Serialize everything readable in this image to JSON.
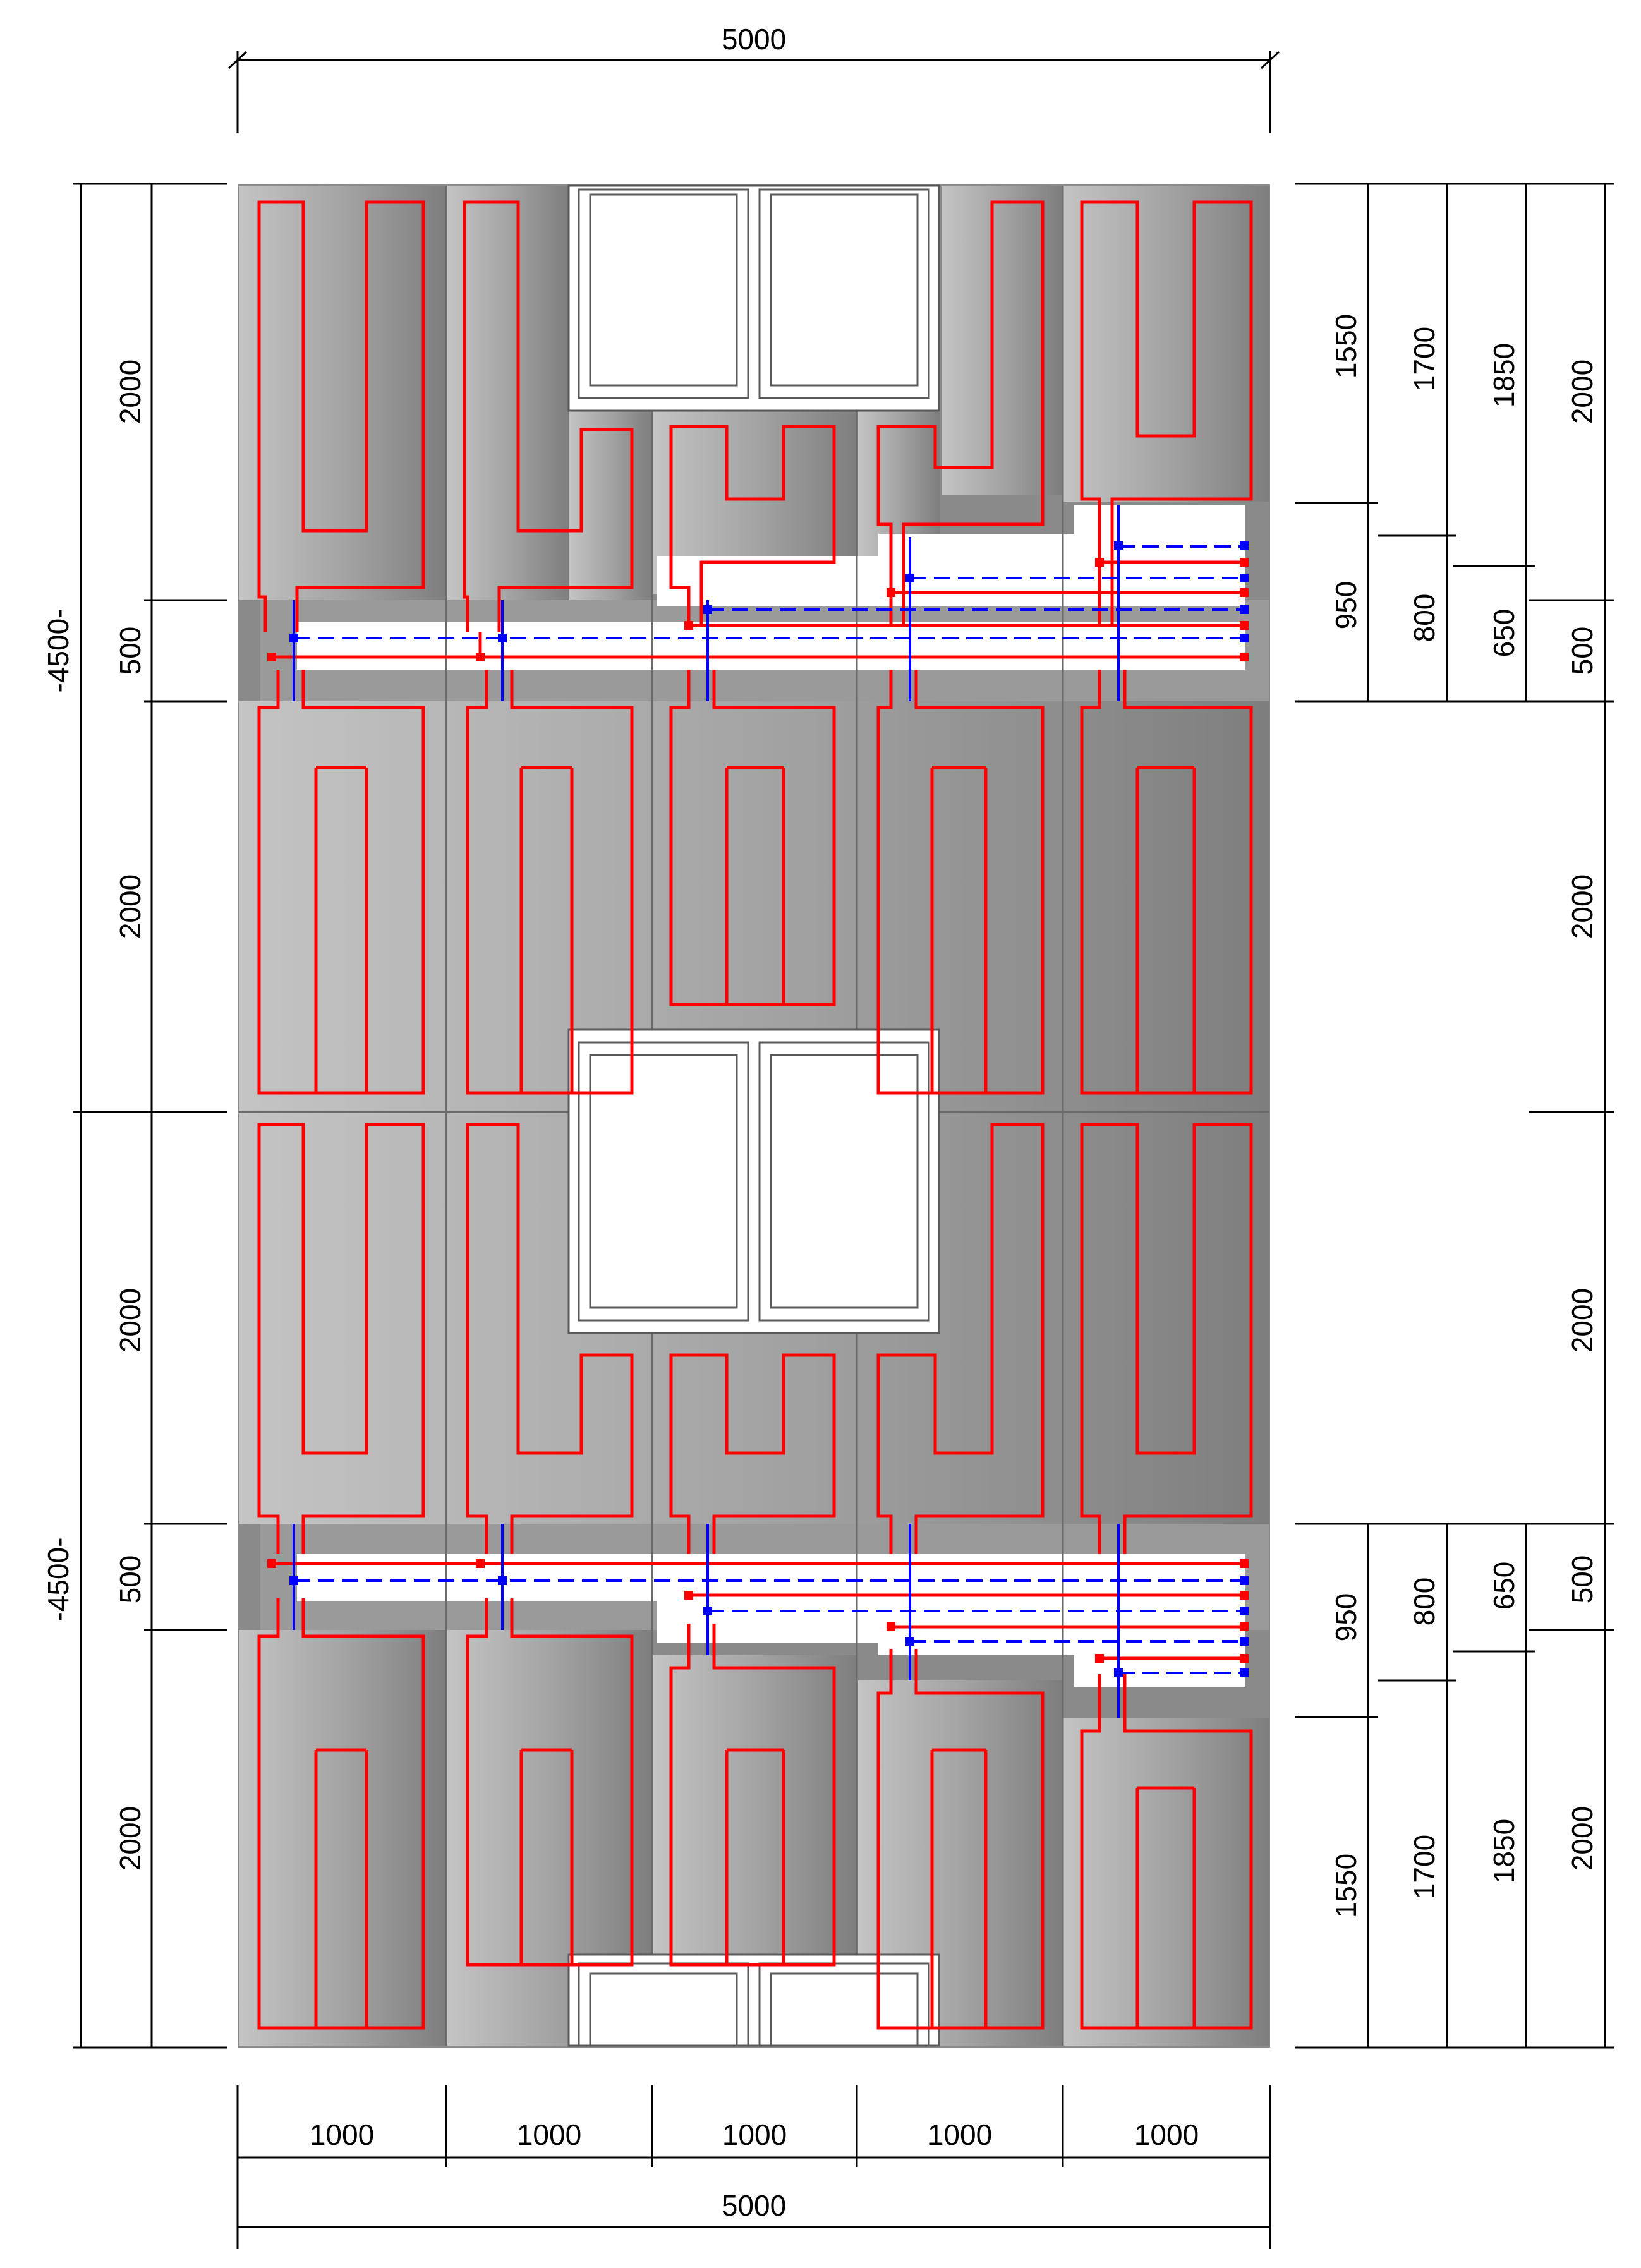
{
  "dimensions": {
    "top_total": "5000",
    "bottom_total": "5000",
    "bottom_modules": [
      "1000",
      "1000",
      "1000",
      "1000",
      "1000"
    ],
    "left_totals": [
      "-4500-",
      "-4500-"
    ],
    "left_segments": [
      "2000",
      "500",
      "2000",
      "2000",
      "500",
      "2000"
    ],
    "right_outer": [
      "2000",
      "500",
      "2000",
      "2000",
      "500",
      "2000"
    ],
    "right_top_stack": [
      "1550",
      "1700",
      "1850"
    ],
    "right_top_lower": [
      "950",
      "800",
      "650"
    ],
    "right_bottom_upper": [
      "950",
      "800",
      "650"
    ],
    "right_bottom_stack": [
      "1550",
      "1700",
      "1850"
    ]
  },
  "colors": {
    "heating_loop": "#ff0000",
    "return_manifold": "#0000ff",
    "panel_light": "#bdbdbd",
    "panel_dark": "#808080",
    "window_frame": "#ffffff"
  }
}
